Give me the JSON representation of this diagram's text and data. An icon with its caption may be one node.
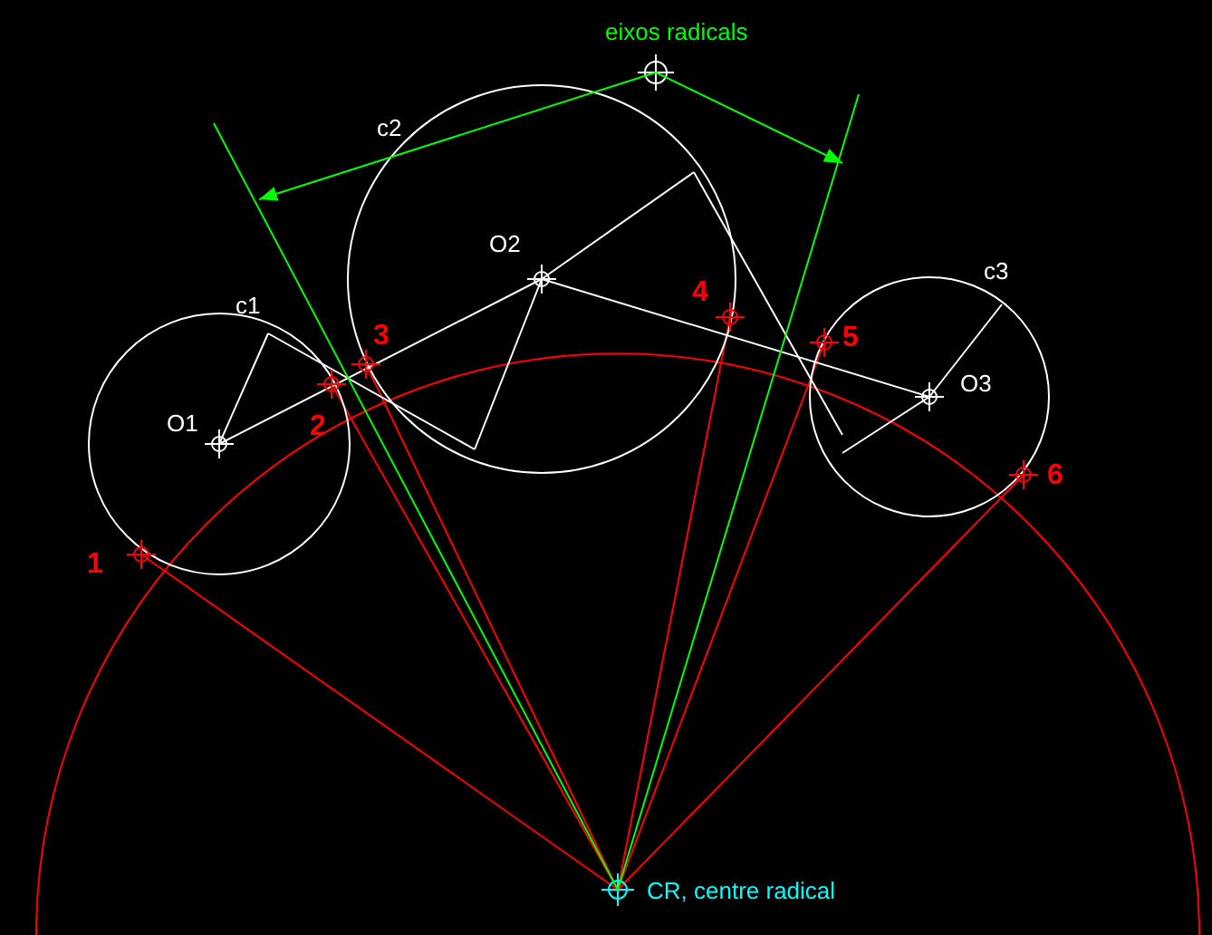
{
  "diagram": {
    "nodes": [
      {
        "text": [
          "eixos radicals"
        ]
      },
      {
        "text": [],
        "shape": "line"
      },
      {
        "text": [],
        "shape": "line"
      }
    ],
    "edges": [
      {
        "from": 0,
        "to": 1,
        "arrow": "to"
      },
      {
        "from": 0,
        "to": 2,
        "arrow": "to"
      }
    ],
    "labels": [
      "c2",
      "c1",
      "O2",
      "4",
      "3",
      "5",
      "c3",
      "O1",
      "O3",
      "2",
      "6",
      "1",
      "CR, centre radical"
    ]
  }
}
